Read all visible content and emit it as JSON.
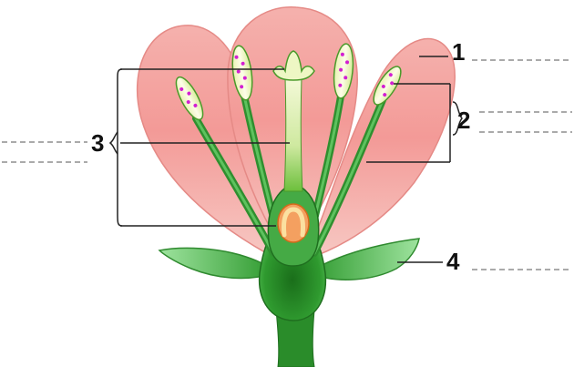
{
  "labels": [
    {
      "id": "1",
      "text": "1"
    },
    {
      "id": "2",
      "text": "2"
    },
    {
      "id": "3",
      "text": "3"
    },
    {
      "id": "4",
      "text": "4"
    }
  ],
  "colors": {
    "petal": "#f28c8c",
    "petal_light": "#fbd9d6",
    "stem_dark": "#1f7a1f",
    "stem_light": "#4fb34f",
    "filament": "#2f8f2f",
    "anther": "#fbfbd0",
    "pollen": "#d21fd2",
    "ovule": "#f08a3a",
    "style_light": "#e7f4b8",
    "line": "#222222",
    "blank_line": "#555555"
  }
}
